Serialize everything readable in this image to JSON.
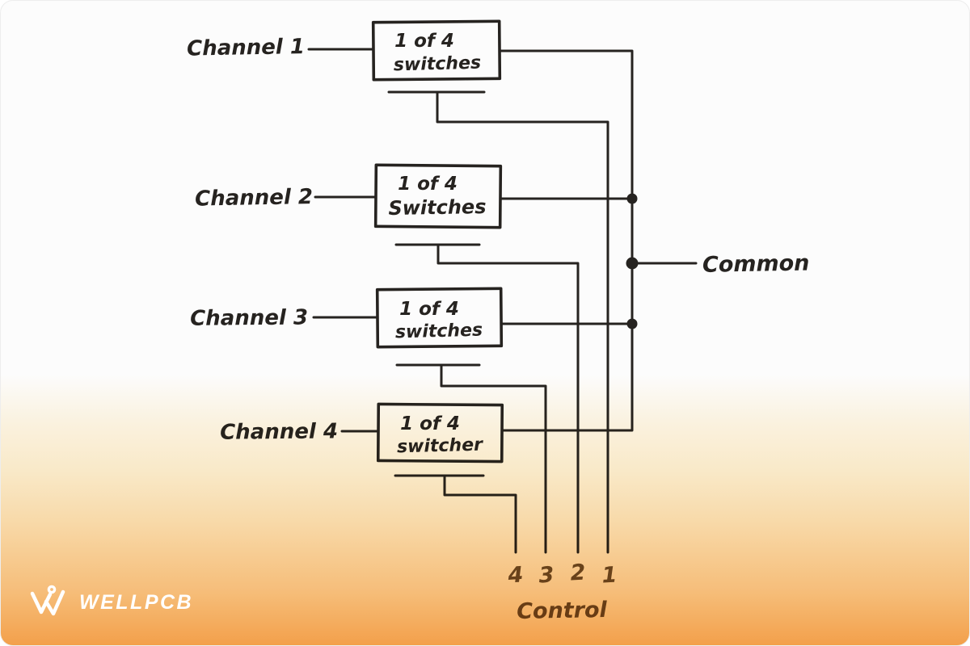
{
  "diagram": {
    "ink_color": "#262320",
    "control_ink_color": "#6b5430",
    "channels": [
      {
        "label": "Channel 1",
        "box_line1": "1 of 4",
        "box_line2": "switches"
      },
      {
        "label": "Channel 2",
        "box_line1": "1 of 4",
        "box_line2": "Switches"
      },
      {
        "label": "Channel 3",
        "box_line1": "1 of 4",
        "box_line2": "switches"
      },
      {
        "label": "Channel 4",
        "box_line1": "1 of 4",
        "box_line2": "switcher"
      }
    ],
    "common_label": "Common",
    "control_label": "Control",
    "control_pins": [
      "4",
      "3",
      "2",
      "1"
    ]
  },
  "watermark": {
    "brand": "WELLPCB",
    "color": "#ffffff"
  },
  "background": {
    "card_top": "#fcfcfc",
    "orange_mid": "#fbdcaa",
    "orange_bottom": "#f6a24c",
    "card_border": "#ededed"
  }
}
